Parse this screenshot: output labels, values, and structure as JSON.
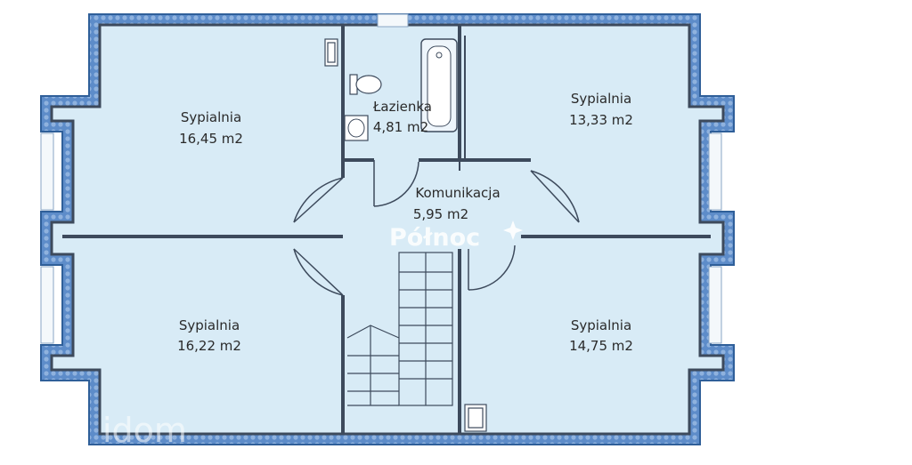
{
  "rooms": {
    "bedroom_nw": {
      "name": "Sypialnia",
      "area": "16,45 m2"
    },
    "bathroom": {
      "name": "Łazienka",
      "area": "4,81 m2"
    },
    "bedroom_ne": {
      "name": "Sypialnia",
      "area": "13,33 m2"
    },
    "hall": {
      "name": "Komunikacja",
      "area": "5,95 m2"
    },
    "bedroom_sw": {
      "name": "Sypialnia",
      "area": "16,22 m2"
    },
    "bedroom_se": {
      "name": "Sypialnia",
      "area": "14,75 m2"
    }
  },
  "watermarks": {
    "agency": "Północ",
    "portal": "idom"
  },
  "colors": {
    "wall_outer": "#4f8fd0",
    "wall_inner": "#3d4a5c",
    "floor": "#d8ebf6",
    "insulation": "#6c97cf"
  }
}
